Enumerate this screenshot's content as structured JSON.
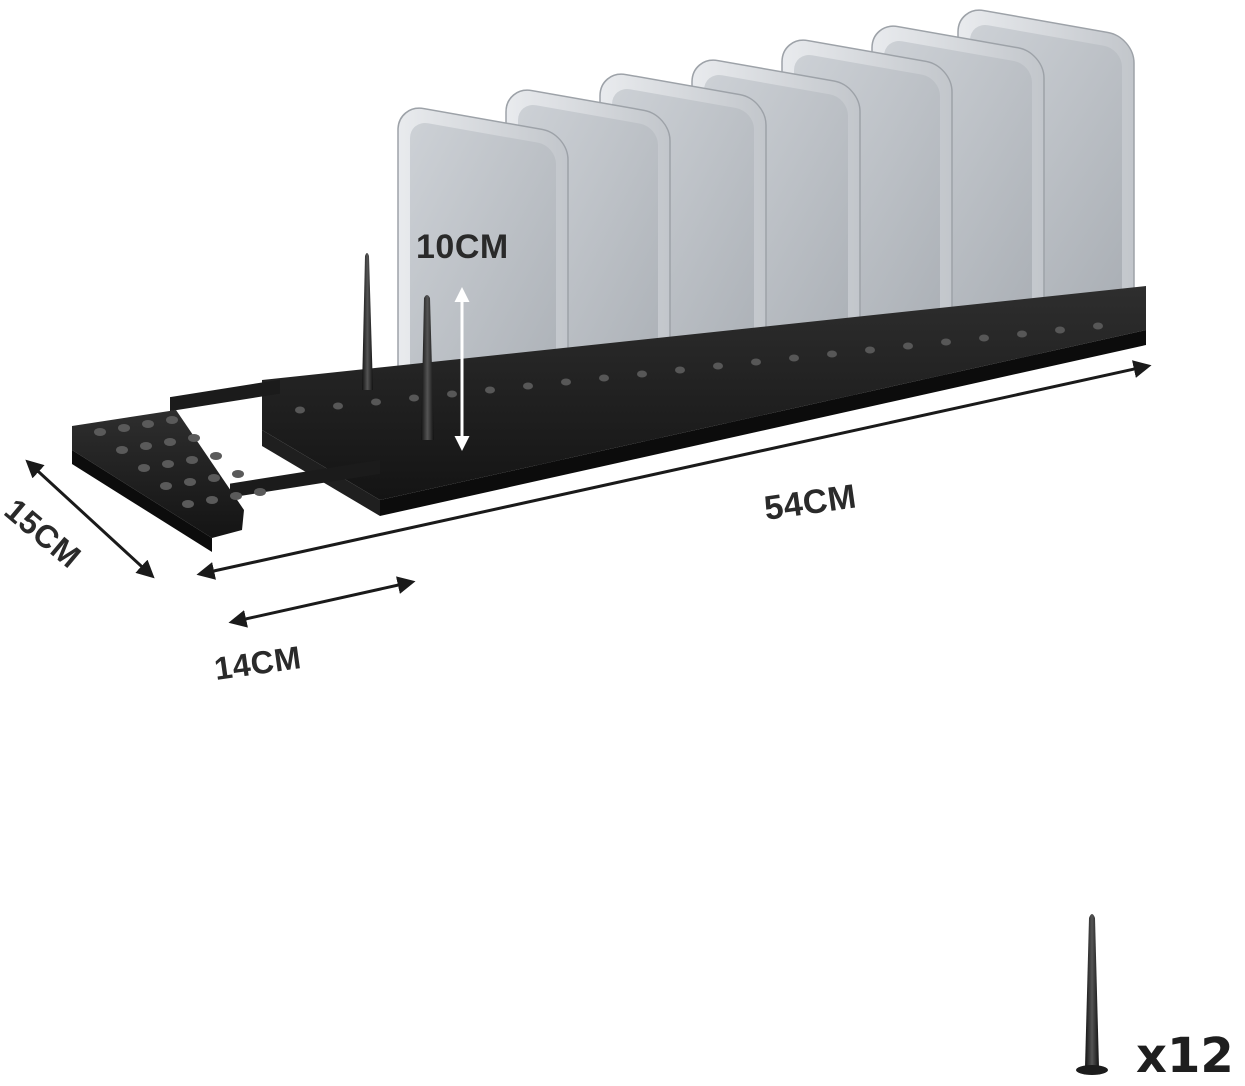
{
  "dimensions": {
    "height": "10CM",
    "length": "54CM",
    "depth": "15CM",
    "extension": "14CM"
  },
  "accessory": {
    "count": "x12",
    "icon": "peg-pin-icon"
  },
  "colors": {
    "rack": "#1a1a1a",
    "plate": "#b9bec4",
    "arrow": "#1a1a1a"
  }
}
